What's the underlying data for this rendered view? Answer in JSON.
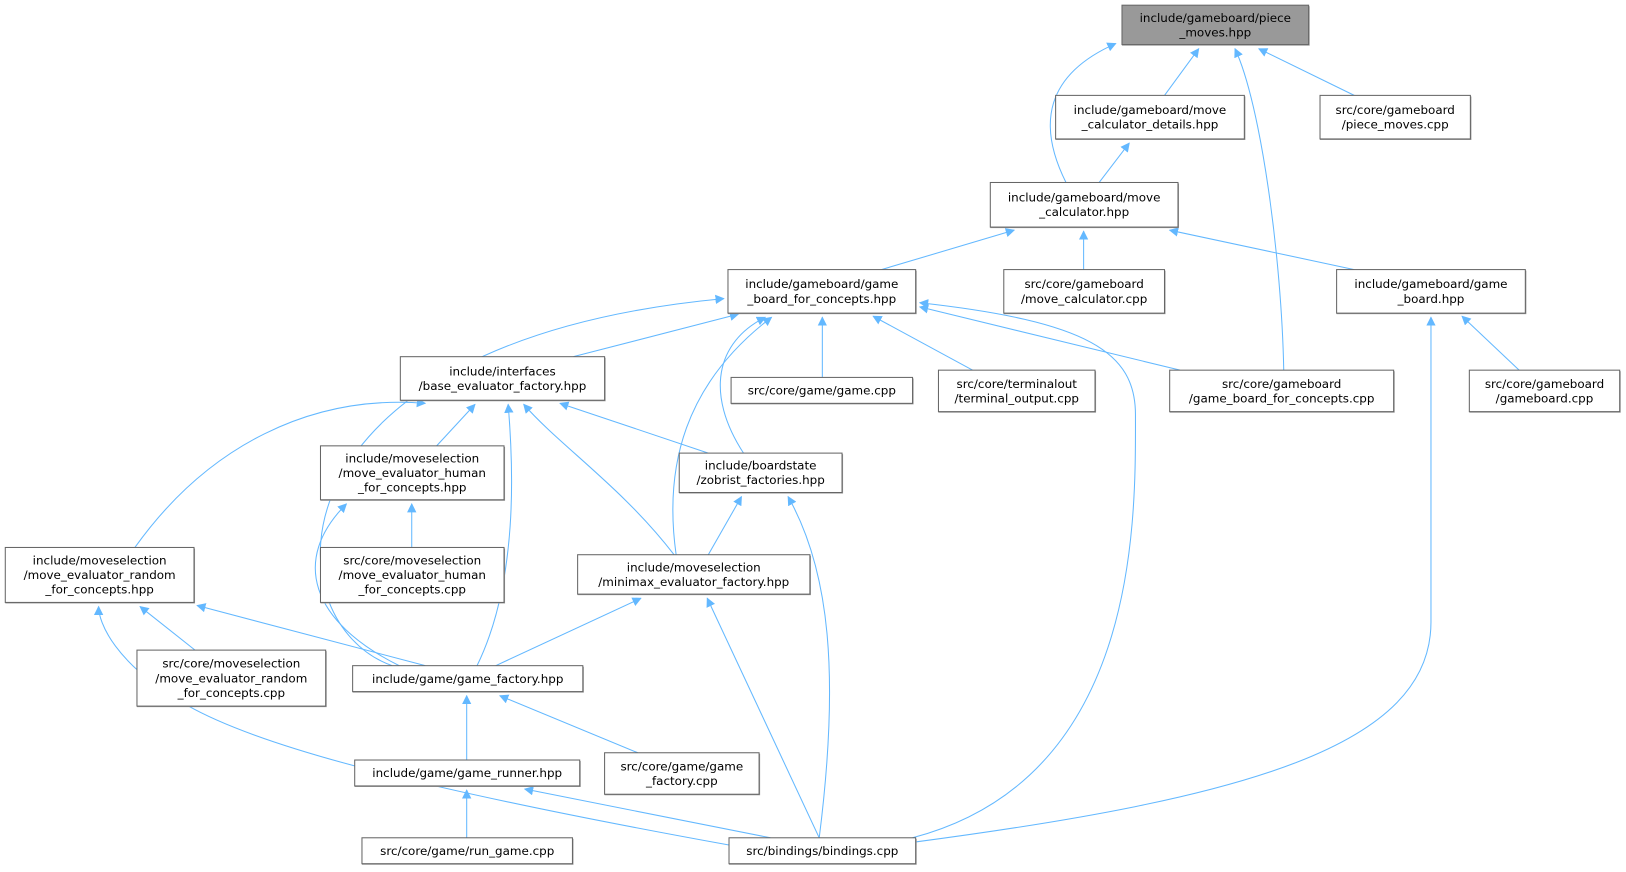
{
  "title": "Include dependency graph: include/gameboard/piece_moves.hpp",
  "colors": {
    "edge": "#63b8ff",
    "focus_fill": "#999999",
    "node_border": "#666666"
  },
  "nodes": [
    {
      "id": "n0",
      "lines": [
        "include/gameboard/piece",
        "_moves.hpp"
      ],
      "focus": true
    },
    {
      "id": "n1",
      "lines": [
        "include/gameboard/move",
        "_calculator_details.hpp"
      ]
    },
    {
      "id": "n2",
      "lines": [
        "src/core/gameboard",
        "/piece_moves.cpp"
      ]
    },
    {
      "id": "n3",
      "lines": [
        "include/gameboard/move",
        "_calculator.hpp"
      ]
    },
    {
      "id": "n4",
      "lines": [
        "include/gameboard/game",
        "_board_for_concepts.hpp"
      ]
    },
    {
      "id": "n5",
      "lines": [
        "src/core/gameboard",
        "/move_calculator.cpp"
      ]
    },
    {
      "id": "n6",
      "lines": [
        "include/gameboard/game",
        "_board.hpp"
      ]
    },
    {
      "id": "n7",
      "lines": [
        "include/interfaces",
        "/base_evaluator_factory.hpp"
      ]
    },
    {
      "id": "n8",
      "lines": [
        "src/core/game/game.cpp"
      ]
    },
    {
      "id": "n9",
      "lines": [
        "src/core/terminalout",
        "/terminal_output.cpp"
      ]
    },
    {
      "id": "n10",
      "lines": [
        "src/core/gameboard",
        "/game_board_for_concepts.cpp"
      ]
    },
    {
      "id": "n11",
      "lines": [
        "src/core/gameboard",
        "/gameboard.cpp"
      ]
    },
    {
      "id": "n12",
      "lines": [
        "include/moveselection",
        "/move_evaluator_human",
        "_for_concepts.hpp"
      ]
    },
    {
      "id": "n13",
      "lines": [
        "include/boardstate",
        "/zobrist_factories.hpp"
      ]
    },
    {
      "id": "n14",
      "lines": [
        "include/moveselection",
        "/move_evaluator_random",
        "_for_concepts.hpp"
      ]
    },
    {
      "id": "n15",
      "lines": [
        "src/core/moveselection",
        "/move_evaluator_human",
        "_for_concepts.cpp"
      ]
    },
    {
      "id": "n16",
      "lines": [
        "include/moveselection",
        "/minimax_evaluator_factory.hpp"
      ]
    },
    {
      "id": "n17",
      "lines": [
        "src/core/moveselection",
        "/move_evaluator_random",
        "_for_concepts.cpp"
      ]
    },
    {
      "id": "n18",
      "lines": [
        "include/game/game_factory.hpp"
      ]
    },
    {
      "id": "n19",
      "lines": [
        "include/game/game_runner.hpp"
      ]
    },
    {
      "id": "n20",
      "lines": [
        "src/core/game/game",
        "_factory.cpp"
      ]
    },
    {
      "id": "n21",
      "lines": [
        "src/core/game/run_game.cpp"
      ]
    },
    {
      "id": "n22",
      "lines": [
        "src/bindings/bindings.cpp"
      ]
    }
  ],
  "edges": [
    {
      "from": "n1",
      "to": "n0"
    },
    {
      "from": "n2",
      "to": "n0"
    },
    {
      "from": "n3",
      "to": "n0"
    },
    {
      "from": "n3",
      "to": "n1"
    },
    {
      "from": "n10",
      "to": "n0"
    },
    {
      "from": "n4",
      "to": "n3"
    },
    {
      "from": "n5",
      "to": "n3"
    },
    {
      "from": "n6",
      "to": "n3"
    },
    {
      "from": "n11",
      "to": "n6"
    },
    {
      "from": "n22",
      "to": "n6"
    },
    {
      "from": "n7",
      "to": "n4"
    },
    {
      "from": "n8",
      "to": "n4"
    },
    {
      "from": "n9",
      "to": "n4"
    },
    {
      "from": "n10",
      "to": "n4"
    },
    {
      "from": "n13",
      "to": "n4"
    },
    {
      "from": "n16",
      "to": "n4"
    },
    {
      "from": "n18",
      "to": "n4"
    },
    {
      "from": "n22",
      "to": "n4"
    },
    {
      "from": "n14",
      "to": "n7"
    },
    {
      "from": "n12",
      "to": "n7"
    },
    {
      "from": "n18",
      "to": "n7"
    },
    {
      "from": "n16",
      "to": "n7"
    },
    {
      "from": "n13",
      "to": "n7"
    },
    {
      "from": "n15",
      "to": "n12"
    },
    {
      "from": "n18",
      "to": "n12"
    },
    {
      "from": "n16",
      "to": "n13"
    },
    {
      "from": "n22",
      "to": "n13"
    },
    {
      "from": "n17",
      "to": "n14"
    },
    {
      "from": "n18",
      "to": "n14"
    },
    {
      "from": "n22",
      "to": "n14"
    },
    {
      "from": "n18",
      "to": "n16"
    },
    {
      "from": "n22",
      "to": "n16"
    },
    {
      "from": "n19",
      "to": "n18"
    },
    {
      "from": "n20",
      "to": "n18"
    },
    {
      "from": "n21",
      "to": "n19"
    },
    {
      "from": "n22",
      "to": "n19"
    }
  ]
}
